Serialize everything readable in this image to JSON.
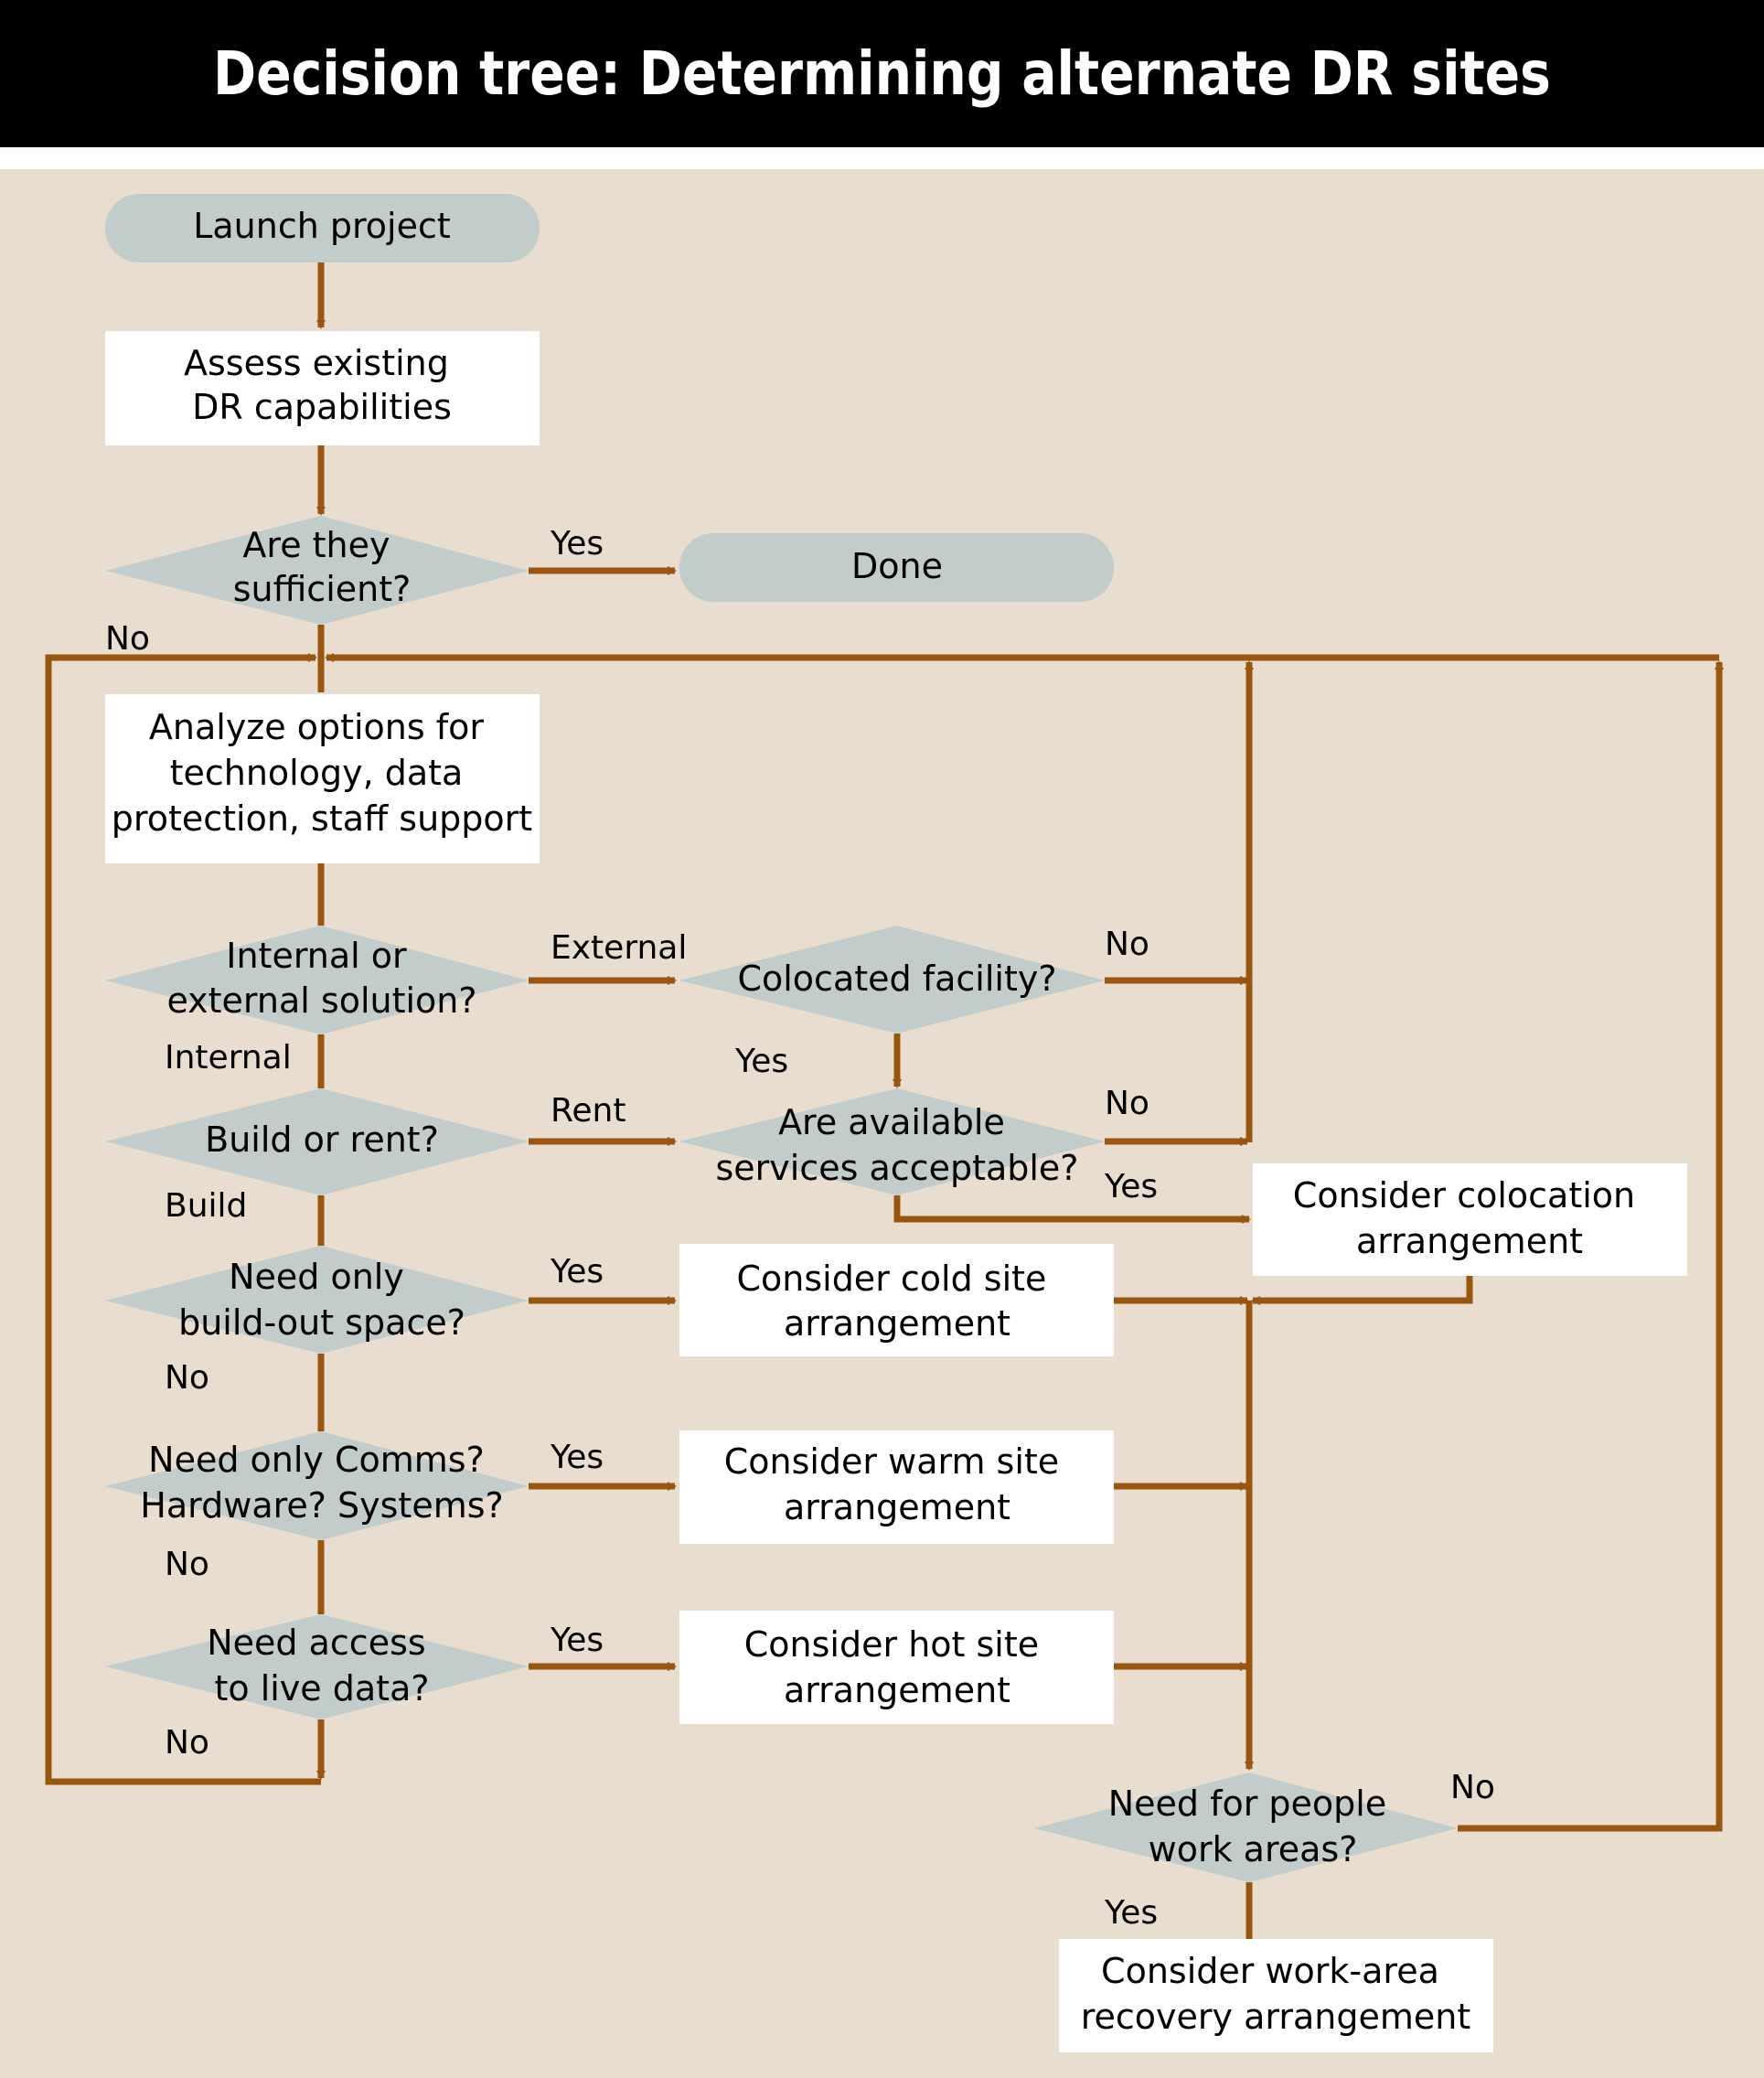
{
  "title": "Decision tree: Determining alternate DR sites",
  "colors": {
    "background": "#e8ddcf",
    "header": "#000000",
    "terminal": "#c1cccb",
    "decision": "#c1cccb",
    "process": "#ffffff",
    "arrow": "#99560f"
  },
  "nodes": {
    "launch": [
      "Launch project"
    ],
    "assess": [
      "Assess existing",
      "DR capabilities"
    ],
    "sufficient": [
      "Are they",
      "sufficient?"
    ],
    "done": [
      "Done"
    ],
    "analyze": [
      "Analyze options for",
      "technology, data",
      "protection, staff support"
    ],
    "internal_external": [
      "Internal or",
      "external solution?"
    ],
    "colocated": [
      "Colocated facility?"
    ],
    "build_rent": [
      "Build or rent?"
    ],
    "services": [
      "Are available",
      "services acceptable?"
    ],
    "colocation": [
      "Consider colocation",
      "arrangement"
    ],
    "buildout": [
      "Need only",
      "build-out space?"
    ],
    "cold": [
      "Consider cold site",
      "arrangement"
    ],
    "comms": [
      "Need only Comms?",
      "Hardware? Systems?"
    ],
    "warm": [
      "Consider warm site",
      "arrangement"
    ],
    "livedata": [
      "Need access",
      "to live data?"
    ],
    "hot": [
      "Consider hot site",
      "arrangement"
    ],
    "people": [
      "Need for people",
      "work areas?"
    ],
    "workarea": [
      "Consider work-area",
      "recovery arrangement"
    ]
  },
  "edge_labels": {
    "sufficient_yes": "Yes",
    "sufficient_no": "No",
    "external": "External",
    "internal": "Internal",
    "colocated_no": "No",
    "colocated_yes": "Yes",
    "rent": "Rent",
    "build": "Build",
    "services_no": "No",
    "services_yes": "Yes",
    "buildout_yes": "Yes",
    "buildout_no": "No",
    "comms_yes": "Yes",
    "comms_no": "No",
    "livedata_yes": "Yes",
    "livedata_no": "No",
    "people_no": "No",
    "people_yes": "Yes"
  }
}
